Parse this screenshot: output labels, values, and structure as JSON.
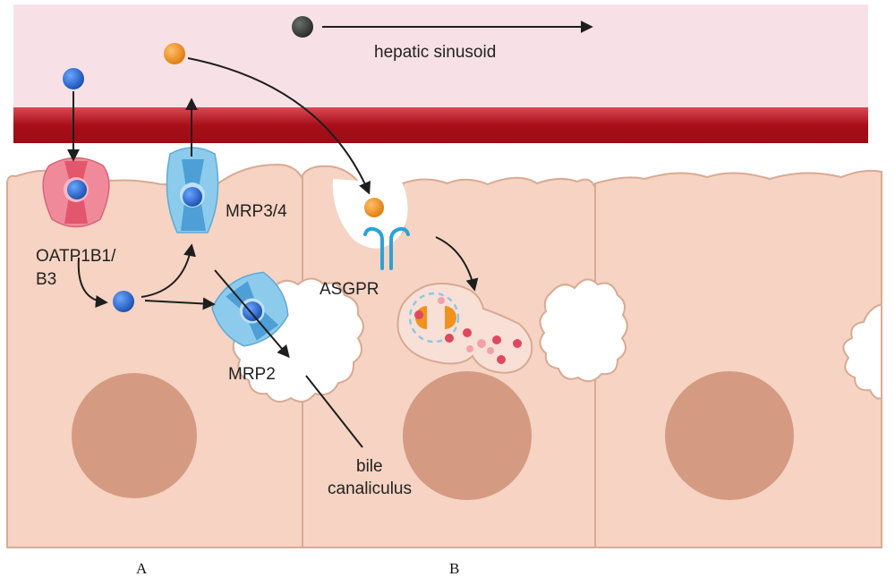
{
  "labels": {
    "sinusoid": "hepatic sinusoid",
    "oatp_line1": "OATP1B1/",
    "oatp_line2": "B3",
    "mrp34": "MRP3/4",
    "mrp2": "MRP2",
    "asgpr": "ASGPR",
    "bile_line1": "bile",
    "bile_line2": "canaliculus",
    "panel_a": "A",
    "panel_b": "B"
  },
  "colors": {
    "sinusoid_bg": "#f8e1e6",
    "vessel_wall": "#b0141c",
    "cell_fill": "#f6d3c2",
    "cell_stroke": "#d9aa94",
    "nucleus": "#d59a82",
    "oatp": "#f08a9b",
    "mrp": "#8ccbec",
    "drug_blue": "#1e63c8",
    "drug_orange": "#f0921e",
    "drug_dark": "#3b3f3d",
    "asgpr": "#2aa3d8",
    "arrow": "#1e1e1e"
  }
}
